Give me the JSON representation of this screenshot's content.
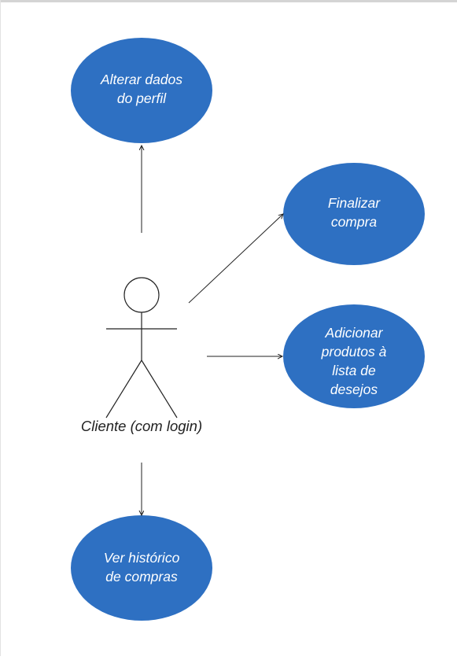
{
  "colors": {
    "usecase_fill": "#2e70c2",
    "line": "#222222",
    "page_border": "#d4d4d4"
  },
  "actor": {
    "label": "Cliente (com login)"
  },
  "use_cases": {
    "alterar_dados": {
      "lines": [
        "Alterar dados",
        "do perfil"
      ]
    },
    "finalizar_compra": {
      "lines": [
        "Finalizar",
        "compra"
      ]
    },
    "adicionar_produtos": {
      "lines": [
        "Adicionar",
        "produtos à",
        "lista de",
        "desejos"
      ]
    },
    "ver_historico": {
      "lines": [
        "Ver histórico",
        "de compras"
      ]
    }
  }
}
